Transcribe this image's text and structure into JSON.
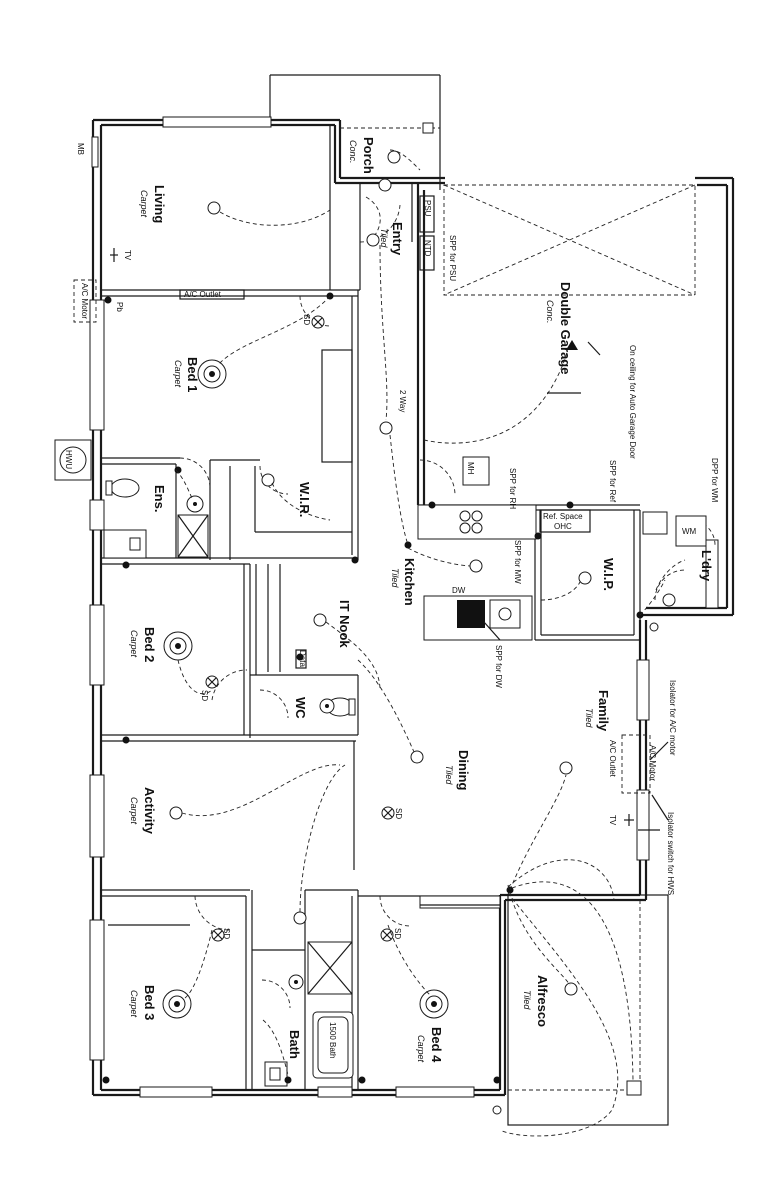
{
  "rooms": {
    "porch": {
      "name": "Porch",
      "floor": "Conc."
    },
    "living": {
      "name": "Living",
      "floor": "Carpet"
    },
    "entry": {
      "name": "Entry",
      "floor": "Tiled"
    },
    "double_garage": {
      "name": "Double Garage",
      "floor": "Conc."
    },
    "bed1": {
      "name": "Bed 1",
      "floor": "Carpet"
    },
    "ens": {
      "name": "Ens."
    },
    "wir": {
      "name": "W.I.R."
    },
    "kitchen": {
      "name": "Kitchen",
      "floor": "Tiled"
    },
    "wip": {
      "name": "W.I.P."
    },
    "ldry": {
      "name": "L'dry"
    },
    "it_nook": {
      "name": "IT Nook"
    },
    "bed2": {
      "name": "Bed 2",
      "floor": "Carpet"
    },
    "wc": {
      "name": "WC"
    },
    "family": {
      "name": "Family",
      "floor": "Tiled"
    },
    "dining": {
      "name": "Dining",
      "floor": "Tiled"
    },
    "activity": {
      "name": "Activity",
      "floor": "Carpet"
    },
    "bed3": {
      "name": "Bed 3",
      "floor": "Carpet"
    },
    "bath": {
      "name": "Bath"
    },
    "bed4": {
      "name": "Bed 4",
      "floor": "Carpet"
    },
    "alfresco": {
      "name": "Alfresco",
      "floor": "Tiled"
    }
  },
  "labels": {
    "mb": "MB",
    "tv": "TV",
    "ac_motor": "A/C Motor",
    "ac_outlet": "A/C Outlet",
    "pb": "Pb",
    "sd": "SD",
    "hwu": "HWU",
    "psu": "PSU",
    "ntd": "NTD",
    "spp_psu": "SPP for PSU",
    "two_way": "2 Way",
    "auto_door_note": "On ceiling for Auto Garage Door",
    "mh": "MH",
    "spp_rh": "SPP for RH",
    "spp_ref": "SPP for Ref",
    "dpp_wm": "DPP for WM",
    "wm": "WM",
    "ref_space": "Ref. Space",
    "ohc": "OHC",
    "spp_mw": "SPP for MW",
    "dw": "DW",
    "spp_dw": "SPP for DW",
    "data": "Data",
    "iso_ac": "Isolator for A/C motor",
    "iso_hws": "Isolator switch for HWS",
    "bath_1500": "1500 Bath"
  }
}
